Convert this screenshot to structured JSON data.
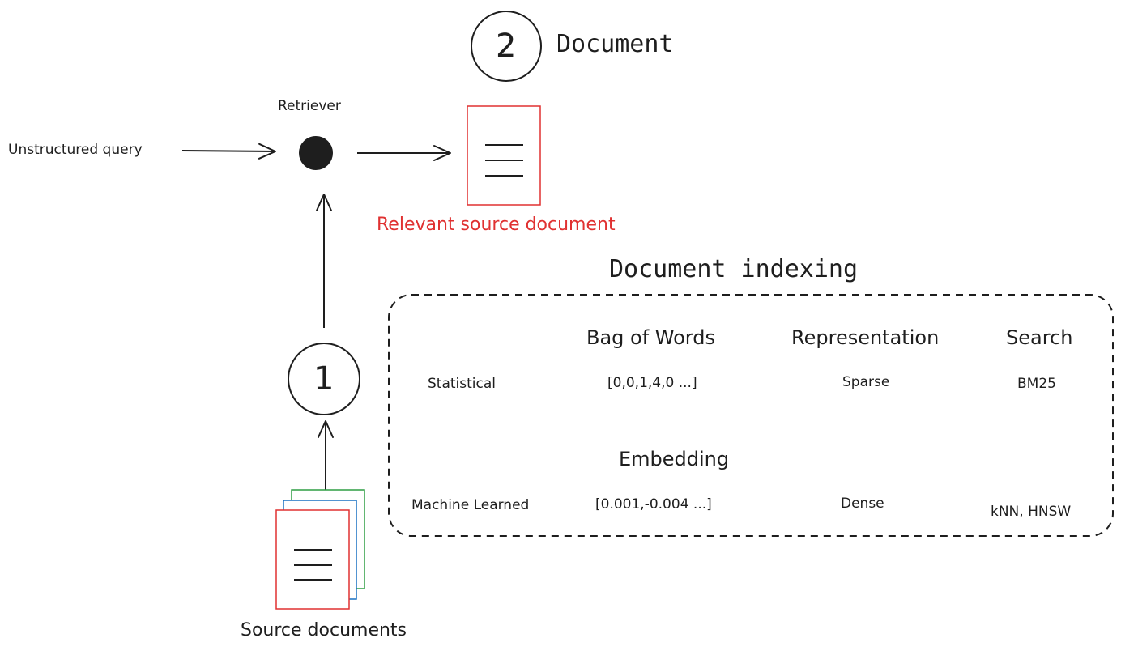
{
  "labels": {
    "query": "Unstructured query",
    "retriever": "Retriever",
    "step1": "1",
    "step2": "2",
    "document": "Document",
    "relevant_doc": "Relevant source document",
    "source_docs": "Source documents",
    "indexing_title": "Document indexing"
  },
  "indexing": {
    "headers": {
      "bag_of_words": "Bag of Words",
      "representation": "Representation",
      "search": "Search",
      "embedding": "Embedding"
    },
    "rows": [
      {
        "type": "Statistical",
        "vector": "[0,0,1,4,0 ...]",
        "representation": "Sparse",
        "search": "BM25"
      },
      {
        "type": "Machine Learned",
        "vector": "[0.001,-0.004 ...]",
        "representation": "Dense",
        "search": "kNN, HNSW"
      }
    ]
  },
  "colors": {
    "ink": "#1e1e1e",
    "red": "#e03131",
    "blue": "#1971c2",
    "green": "#2f9e44"
  }
}
